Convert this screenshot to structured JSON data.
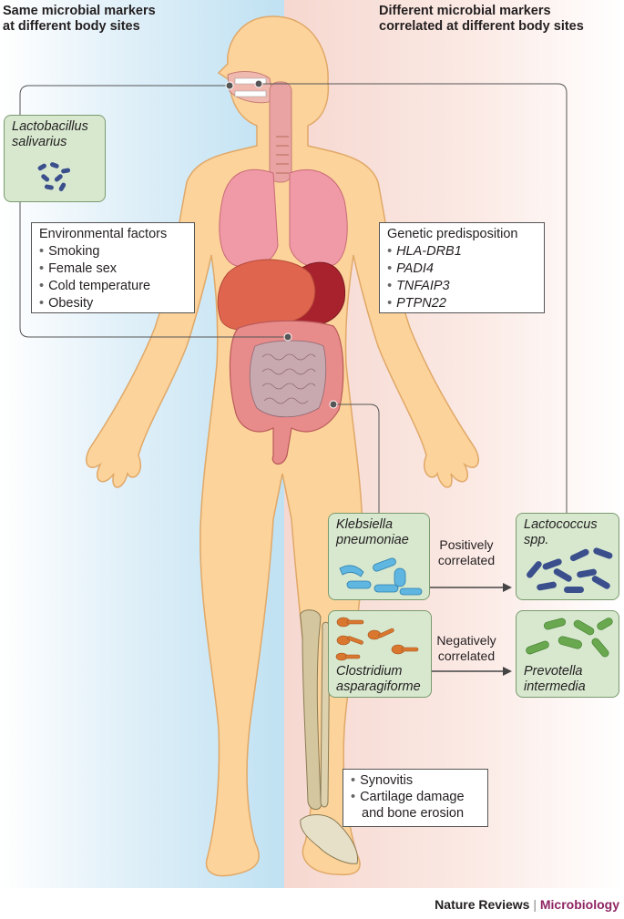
{
  "headings": {
    "left": [
      "Same microbial markers",
      "at different body sites"
    ],
    "right": [
      "Different microbial markers",
      "correlated at different body sites"
    ]
  },
  "lactobacillus": {
    "lines": [
      "Lactobacillus",
      "salivarius"
    ]
  },
  "environmental": {
    "title": "Environmental factors",
    "items": [
      "Smoking",
      "Female sex",
      "Cold temperature",
      "Obesity"
    ]
  },
  "genetic": {
    "title": "Genetic predisposition",
    "items": [
      "HLA-DRB1",
      "PADI4",
      "TNFAIP3",
      "PTPN22"
    ]
  },
  "microbes": {
    "klebsiella": [
      "Klebsiella",
      "pneumoniae"
    ],
    "lactococcus": [
      "Lactococcus",
      "spp."
    ],
    "clostridium": [
      "Clostridium",
      "asparagiforme"
    ],
    "prevotella": [
      "Prevotella",
      "intermedia"
    ]
  },
  "correlations": {
    "positive": [
      "Positively",
      "correlated"
    ],
    "negative": [
      "Negatively",
      "correlated"
    ]
  },
  "joint": {
    "items": [
      "Synovitis",
      "Cartilage damage",
      "and bone erosion"
    ]
  },
  "footer": {
    "journal": "Nature Reviews",
    "separator": "|",
    "section": "Microbiology"
  },
  "colors": {
    "skin": "#fcd39a",
    "skin_outline": "#e0a868",
    "lung": "#ef9aa6",
    "liver": "#e0654f",
    "intestine": "#e88b8b",
    "microbe_box": "#d7e8cf",
    "dark_blue_bacteria": "#3a4f8c",
    "light_blue_bacteria": "#5fb6e0",
    "orange_spores": "#d9772f",
    "green_bacteria": "#6aa84f",
    "brand": "#8f2563"
  }
}
